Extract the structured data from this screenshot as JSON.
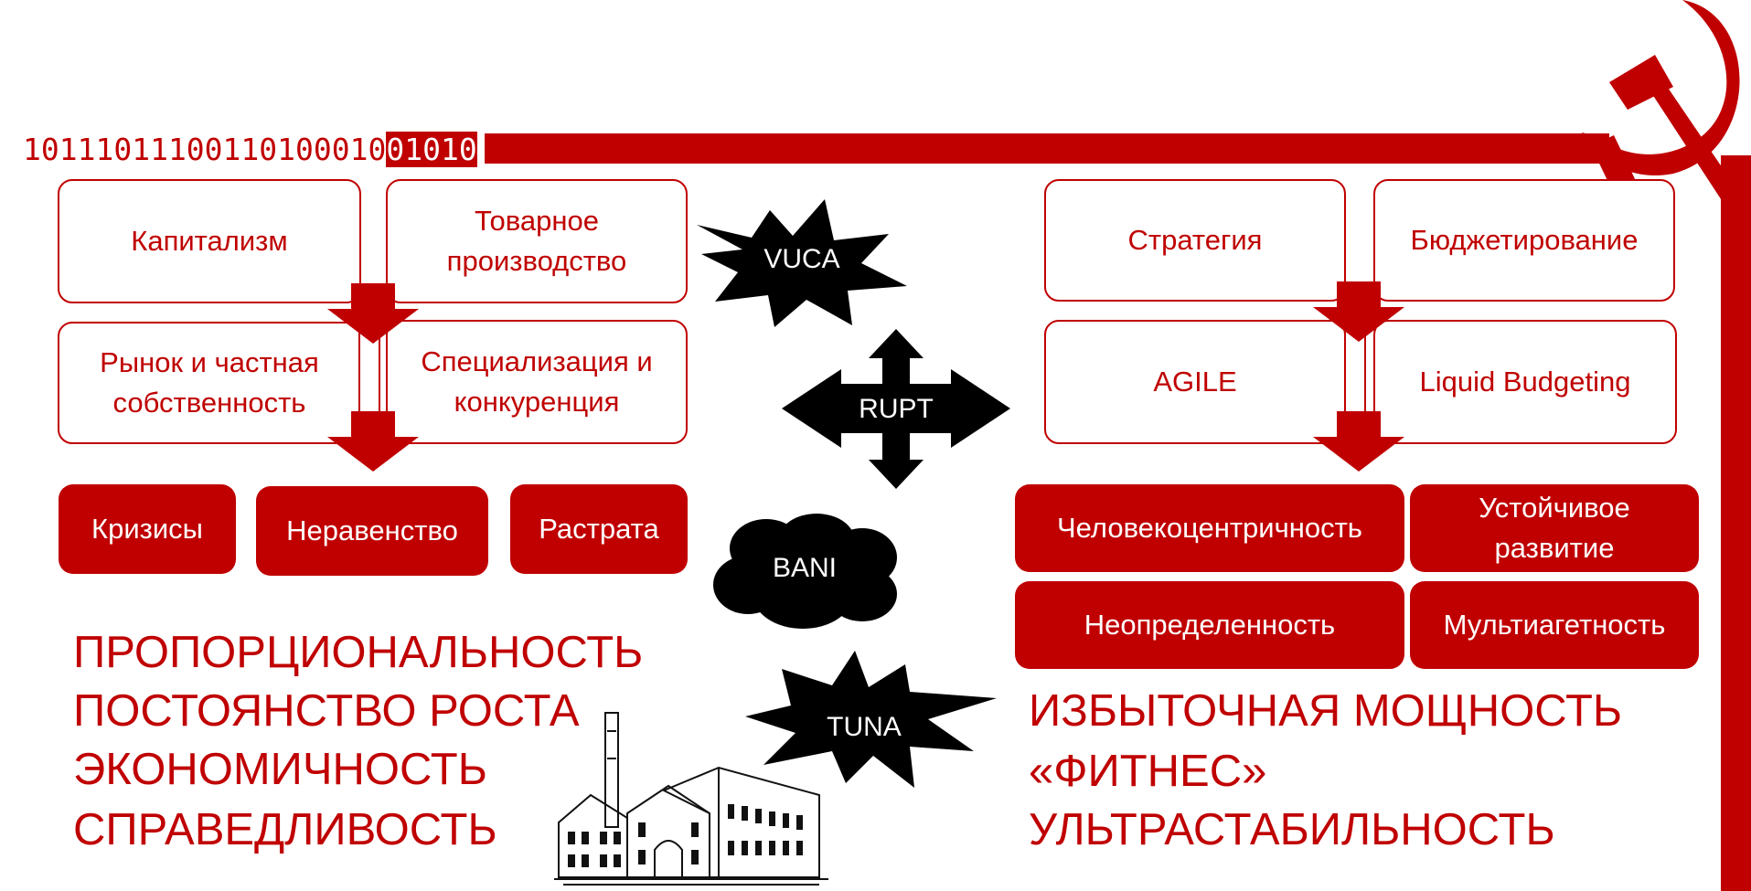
{
  "binary": {
    "red_part": "10111011100110100010",
    "white_part": "01010"
  },
  "left_top": [
    {
      "label": "Капитализм"
    },
    {
      "label": "Товарное производство"
    }
  ],
  "left_mid": [
    {
      "label": "Рынок и частная собственность"
    },
    {
      "label": "Специализация и конкуренция"
    }
  ],
  "left_bottom": [
    {
      "label": "Кризисы"
    },
    {
      "label": "Неравенство"
    },
    {
      "label": "Растрата"
    }
  ],
  "left_principles": [
    "ПРОПОРЦИОНАЛЬНОСТЬ",
    "ПОСТОЯНСТВО РОСТА",
    "ЭКОНОМИЧНОСТЬ",
    "СПРАВЕДЛИВОСТЬ"
  ],
  "center_shapes": {
    "vuca": "VUCA",
    "rupt": "RUPT",
    "bani": "BANI",
    "tuna": "TUNA"
  },
  "right_top": [
    {
      "label": "Стратегия"
    },
    {
      "label": "Бюджетирование"
    }
  ],
  "right_mid": [
    {
      "label": "AGILE"
    },
    {
      "label": "Liquid Budgeting"
    }
  ],
  "right_bottom": [
    {
      "label": "Человекоцентричность"
    },
    {
      "label": "Устойчивое развитие"
    },
    {
      "label": "Неопределенность"
    },
    {
      "label": "Мультиагетность"
    }
  ],
  "right_principles": [
    "ИЗБЫТОЧНАЯ МОЩНОСТЬ",
    "«ФИТНЕС»",
    "УЛЬТРАСТАБИЛЬНОСТЬ"
  ],
  "colors": {
    "accent": "#c00000",
    "black": "#000000",
    "white": "#ffffff"
  },
  "icons": [
    "hammer-and-sickle-icon",
    "factory-illustration",
    "down-arrow-icon",
    "four-way-arrow-icon",
    "starburst-icon",
    "cloud-icon"
  ]
}
